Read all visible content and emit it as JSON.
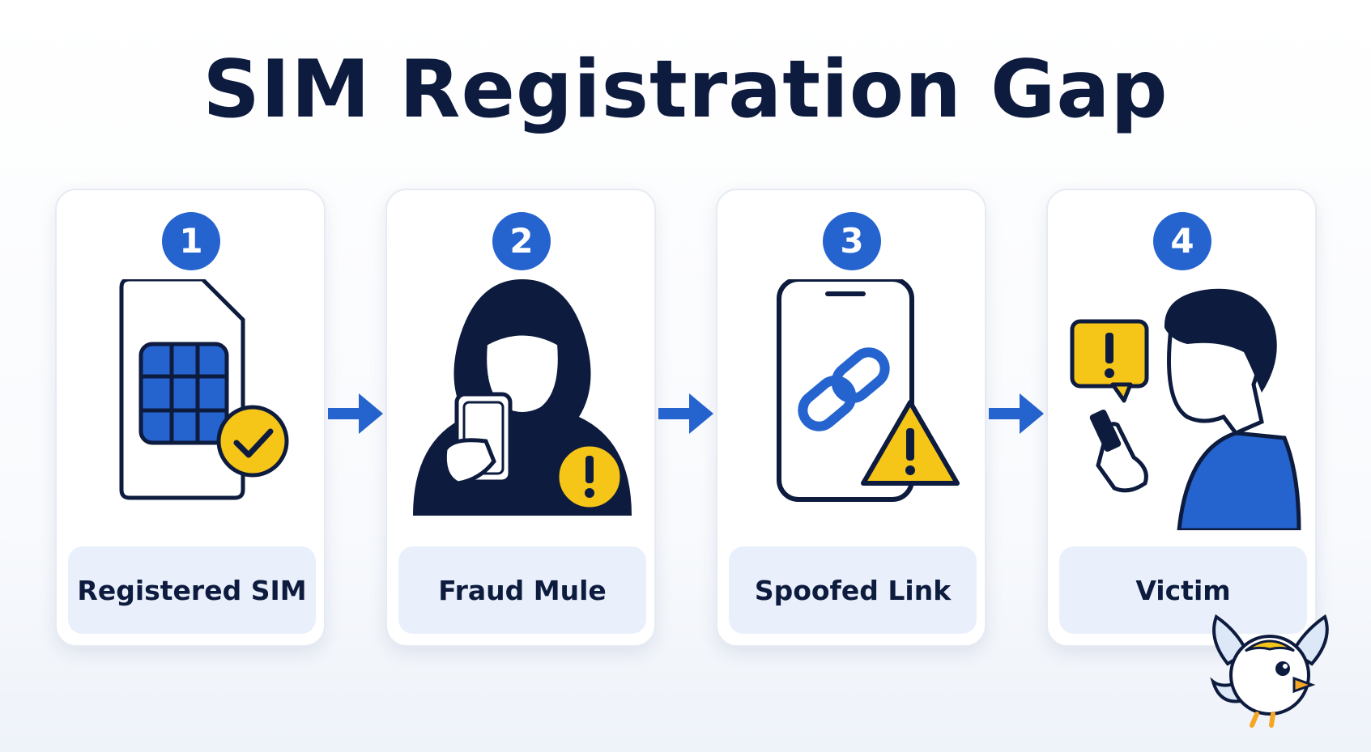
{
  "title": "SIM Registration Gap",
  "steps": [
    {
      "number": "1",
      "label": "Registered SIM"
    },
    {
      "number": "2",
      "label": "Fraud Mule"
    },
    {
      "number": "3",
      "label": "Spoofed Link"
    },
    {
      "number": "4",
      "label": "Victim"
    }
  ],
  "colors": {
    "navy": "#0d1b3e",
    "accent_blue": "#2563cf",
    "warning_yellow": "#f5c518",
    "label_bg": "#e9f0fb"
  },
  "icons": [
    "sim-card-icon",
    "checkmark-icon",
    "hooded-figure-icon",
    "phone-icon",
    "link-icon",
    "warning-triangle-icon",
    "exclamation-bubble-icon",
    "person-icon",
    "arrow-right-icon",
    "bird-mascot-icon"
  ]
}
